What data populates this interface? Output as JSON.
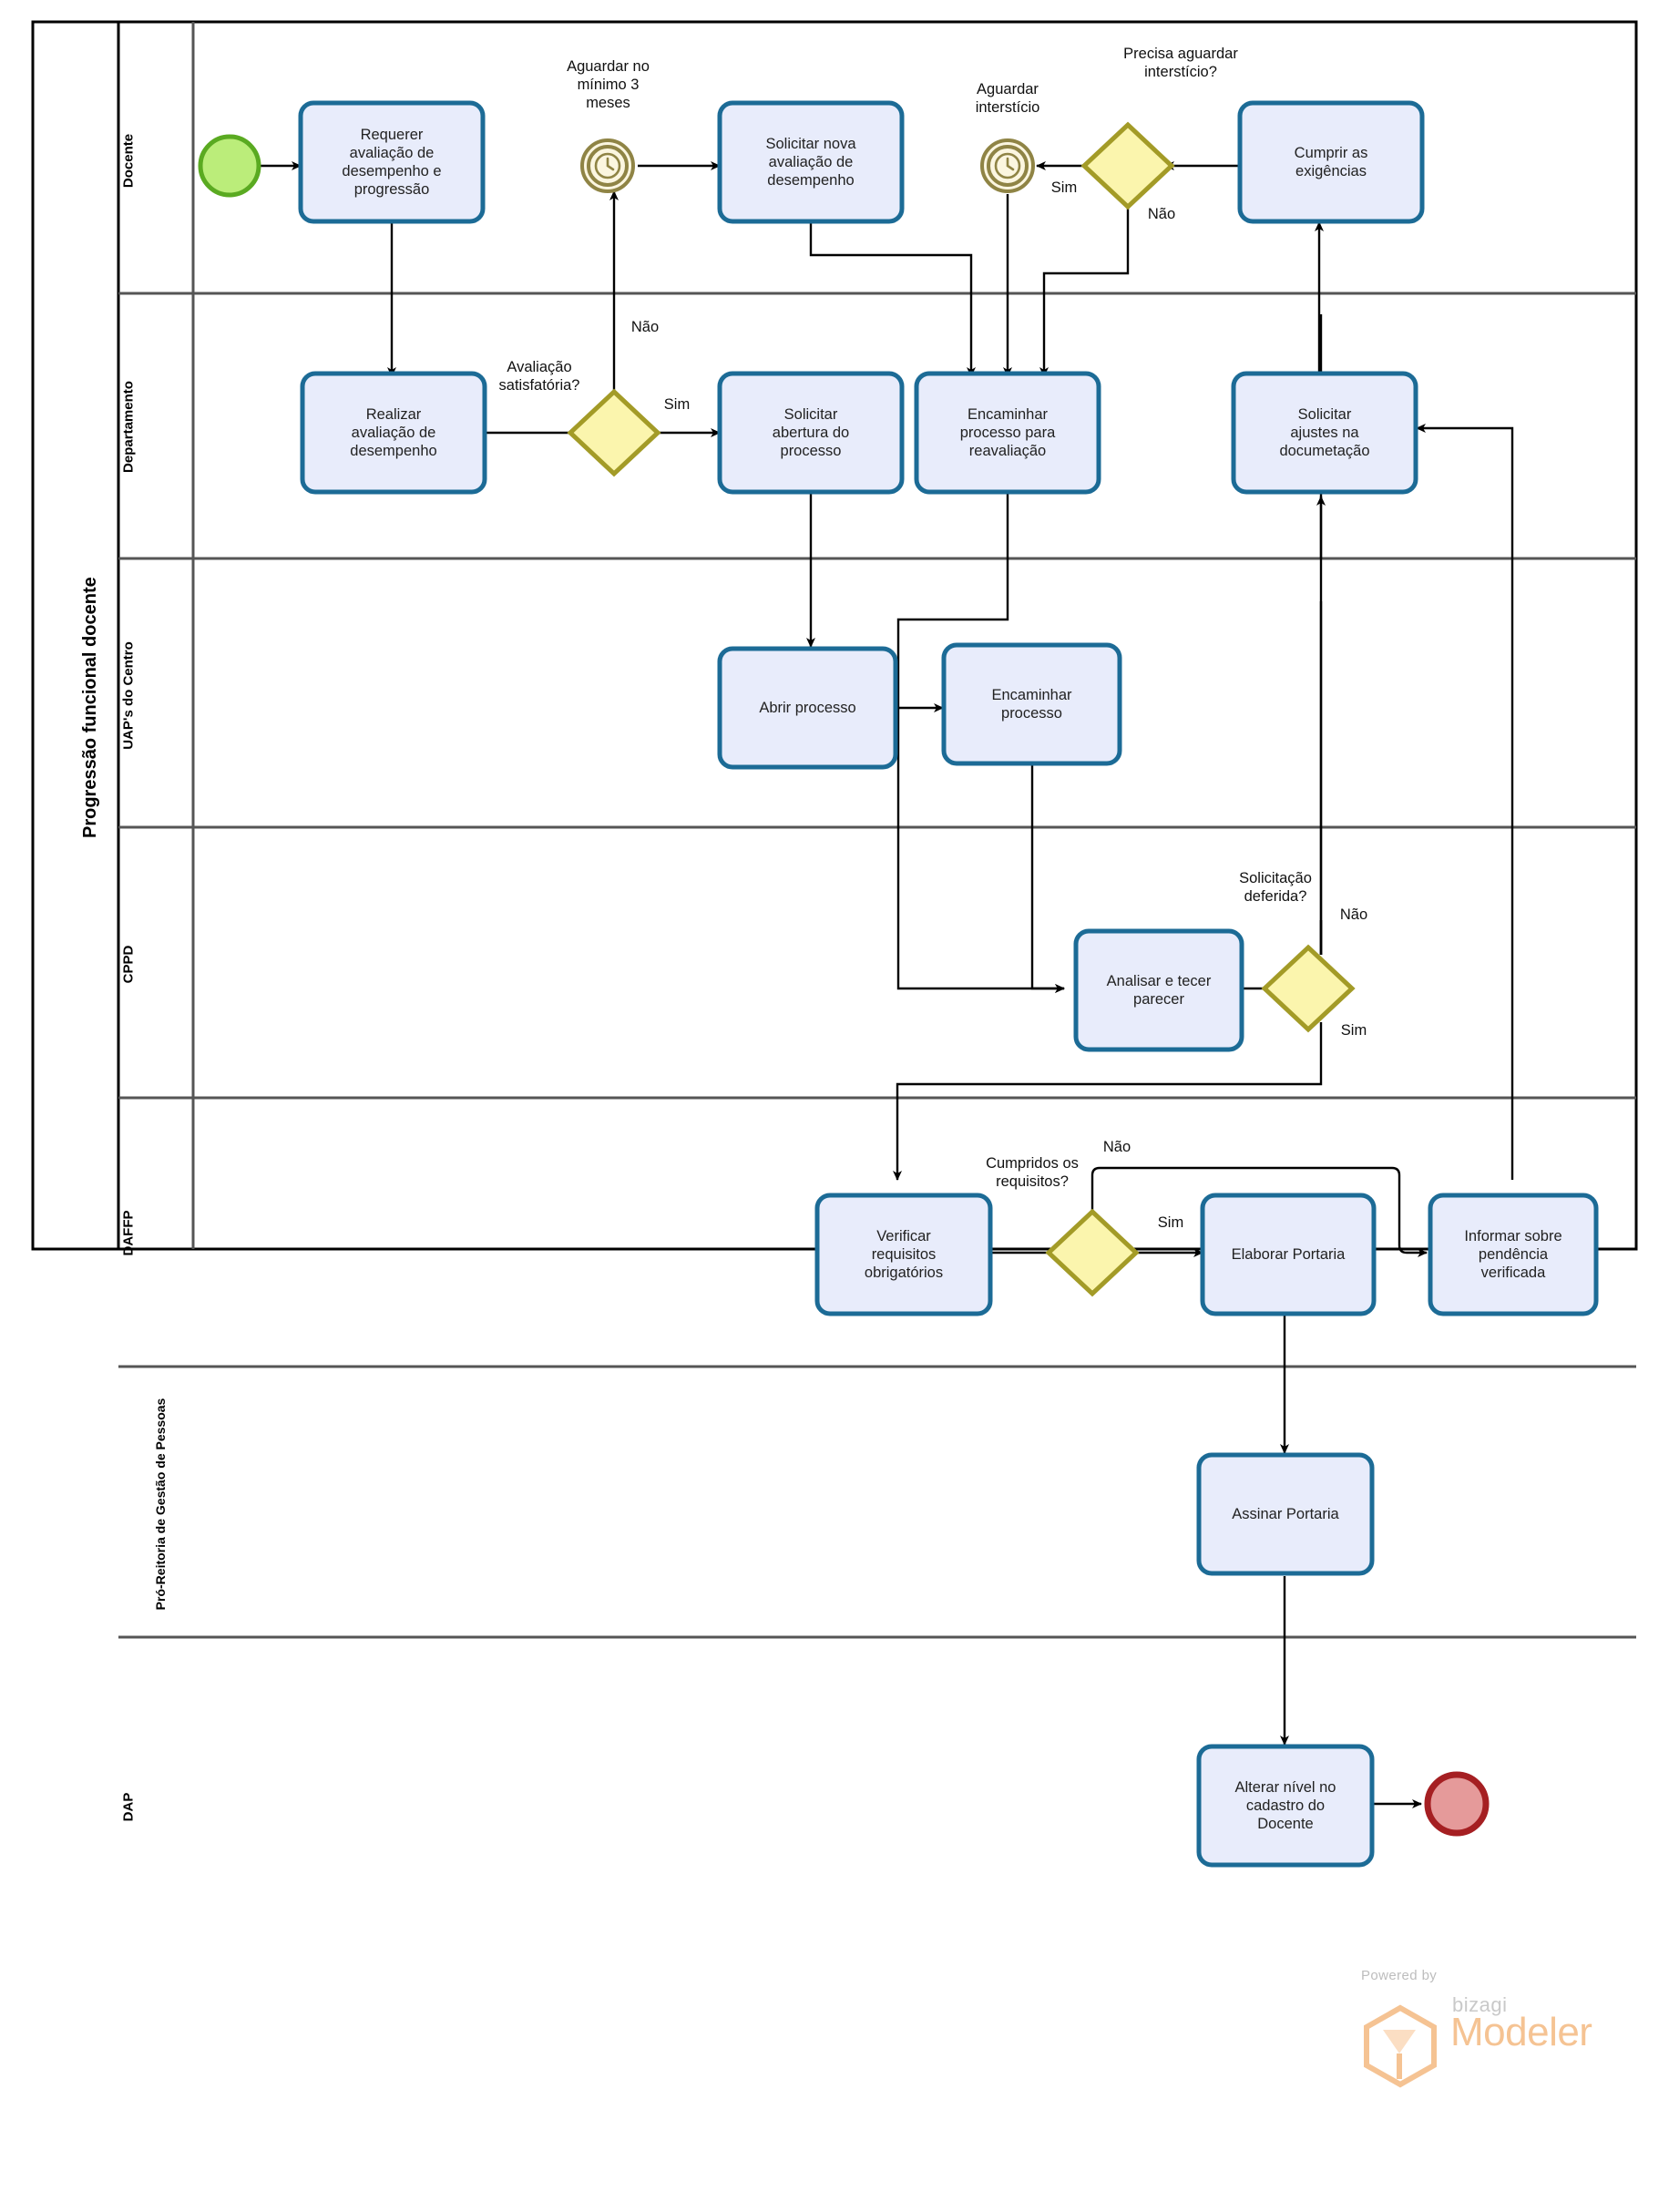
{
  "pool": {
    "title": "Progressão funcional docente"
  },
  "lanes": [
    {
      "id": "docente",
      "label": "Docente"
    },
    {
      "id": "departamento",
      "label": "Departamento"
    },
    {
      "id": "uaps",
      "label": "UAP's do Centro"
    },
    {
      "id": "cppd",
      "label": "CPPD"
    },
    {
      "id": "daffp",
      "label": "DAFFP"
    },
    {
      "id": "progep",
      "label": "Pró-Reitoria de Gestão de Pessoas"
    },
    {
      "id": "dap",
      "label": "DAP"
    }
  ],
  "events": [
    {
      "id": "start",
      "type": "start-event",
      "label": ""
    },
    {
      "id": "timer1",
      "type": "timer-event",
      "label": "Aguardar no\nmínimo 3\nmeses"
    },
    {
      "id": "timer2",
      "type": "timer-event",
      "label": "Aguardar\ninterstício"
    },
    {
      "id": "end",
      "type": "end-event",
      "label": ""
    }
  ],
  "tasks": [
    {
      "id": "t1",
      "lane": "docente",
      "label": "Requerer\navaliação de\ndesempenho e\nprogressão"
    },
    {
      "id": "t2",
      "lane": "docente",
      "label": "Solicitar nova\navaliação de\ndesempenho"
    },
    {
      "id": "t3",
      "lane": "docente",
      "label": "Cumprir as\nexigências"
    },
    {
      "id": "t4",
      "lane": "departamento",
      "label": "Realizar\navaliação de\ndesempenho"
    },
    {
      "id": "t5",
      "lane": "departamento",
      "label": "Solicitar\nabertura do\nprocesso"
    },
    {
      "id": "t6",
      "lane": "departamento",
      "label": "Encaminhar\nprocesso para\nreavaliação"
    },
    {
      "id": "t7",
      "lane": "departamento",
      "label": "Solicitar\najustes na\ndocumetação"
    },
    {
      "id": "t8",
      "lane": "uaps",
      "label": "Abrir processo"
    },
    {
      "id": "t9",
      "lane": "uaps",
      "label": "Encaminhar\nprocesso"
    },
    {
      "id": "t10",
      "lane": "cppd",
      "label": "Analisar e tecer\nparecer"
    },
    {
      "id": "t11",
      "lane": "daffp",
      "label": "Verificar\nrequisitos\nobrigatórios"
    },
    {
      "id": "t12",
      "lane": "daffp",
      "label": "Elaborar Portaria"
    },
    {
      "id": "t13",
      "lane": "daffp",
      "label": "Informar sobre\npendência\nverificada"
    },
    {
      "id": "t14",
      "lane": "progep",
      "label": "Assinar Portaria"
    },
    {
      "id": "t15",
      "lane": "dap",
      "label": "Alterar nível no\ncadastro do\nDocente"
    }
  ],
  "gateways": [
    {
      "id": "g1",
      "lane": "departamento",
      "label": "Avaliação\nsatisfatória?",
      "outputs": [
        "Sim",
        "Não"
      ]
    },
    {
      "id": "g2",
      "lane": "docente",
      "label": "Precisa aguardar\ninterstício?",
      "outputs": [
        "Sim",
        "Não"
      ]
    },
    {
      "id": "g3",
      "lane": "cppd",
      "label": "Solicitação\ndeferida?",
      "outputs": [
        "Não",
        "Sim"
      ]
    },
    {
      "id": "g4",
      "lane": "daffp",
      "label": "Cumpridos os\nrequisitos?",
      "outputs": [
        "Não",
        "Sim"
      ]
    }
  ],
  "flow_labels": {
    "g1_sim": "Sim",
    "g1_nao": "Não",
    "g2_sim": "Sim",
    "g2_nao": "Não",
    "g3_nao": "Não",
    "g3_sim": "Sim",
    "g4_nao": "Não",
    "g4_sim": "Sim"
  },
  "branding": {
    "powered_by": "Powered by",
    "bizagi": "bizagi",
    "modeler": "Modeler"
  },
  "colors": {
    "task_fill": "#e8ecfb",
    "task_stroke": "#1c6b96",
    "gateway_fill": "#fbf5ad",
    "gateway_stroke": "#a39b27",
    "start_fill": "#bbed7a",
    "start_stroke": "#5aaa21",
    "end_fill": "#e59a9a",
    "end_stroke": "#a51f22",
    "timer_fill": "#fbf6e0",
    "timer_stroke": "#8f8445",
    "lane_line": "#555555",
    "pool_line": "#000000",
    "flow_line": "#000000",
    "brand_orange": "#f5c393"
  }
}
